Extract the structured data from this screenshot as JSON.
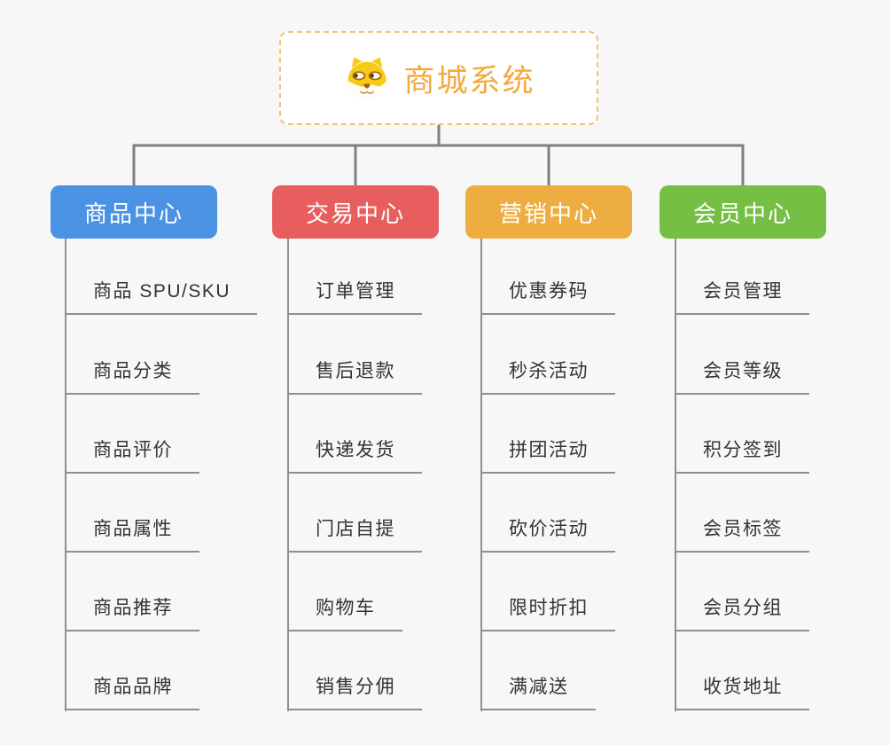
{
  "page": {
    "background_color": "#f7f7f7",
    "connector_color": "#7f7f7f",
    "leaf_line_color": "#8f8f8f"
  },
  "root": {
    "title": "商城系统",
    "icon": "shiba-dog-icon",
    "title_color": "#f2a93e",
    "border_color": "#f2c26e"
  },
  "branches": [
    {
      "label": "商品中心",
      "color": "#4b92e5",
      "items": [
        "商品 SPU/SKU",
        "商品分类",
        "商品评价",
        "商品属性",
        "商品推荐",
        "商品品牌"
      ]
    },
    {
      "label": "交易中心",
      "color": "#e85d5d",
      "items": [
        "订单管理",
        "售后退款",
        "快递发货",
        "门店自提",
        "购物车",
        "销售分佣"
      ]
    },
    {
      "label": "营销中心",
      "color": "#edad41",
      "items": [
        "优惠券码",
        "秒杀活动",
        "拼团活动",
        "砍价活动",
        "限时折扣",
        "满减送"
      ]
    },
    {
      "label": "会员中心",
      "color": "#74bf44",
      "items": [
        "会员管理",
        "会员等级",
        "积分签到",
        "会员标签",
        "会员分组",
        "收货地址"
      ]
    }
  ]
}
